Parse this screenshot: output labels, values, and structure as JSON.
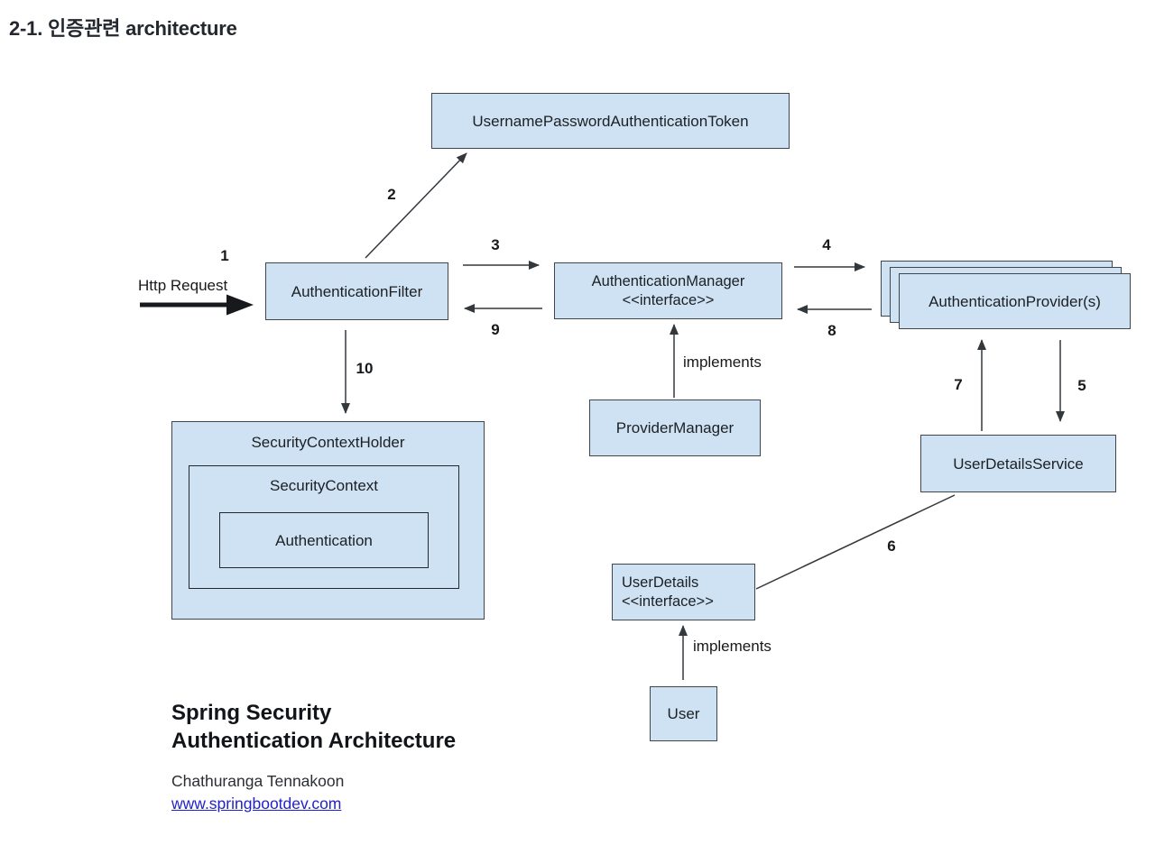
{
  "page": {
    "heading": "2-1. 인증관련 architecture"
  },
  "diagram": {
    "colors": {
      "box_fill": "#cfe2f3",
      "box_border": "#40464d",
      "line": "#33383d",
      "link": "#2222cc"
    },
    "boxes": {
      "token": "UsernamePasswordAuthenticationToken",
      "filter": "AuthenticationFilter",
      "manager_line1": "AuthenticationManager",
      "manager_line2": "<<interface>>",
      "providers": "AuthenticationProvider(s)",
      "provider_manager": "ProviderManager",
      "security_context_holder": "SecurityContextHolder",
      "security_context": "SecurityContext",
      "authentication": "Authentication",
      "user_details_service": "UserDetailsService",
      "user_details_line1": "UserDetails",
      "user_details_line2": "<<interface>>",
      "user": "User"
    },
    "labels": {
      "http_request": "Http Request",
      "implements_manager": "implements",
      "implements_user": "implements"
    },
    "steps": {
      "s1": "1",
      "s2": "2",
      "s3": "3",
      "s4": "4",
      "s5": "5",
      "s6": "6",
      "s7": "7",
      "s8": "8",
      "s9": "9",
      "s10": "10"
    }
  },
  "footer": {
    "title_line1": "Spring Security",
    "title_line2": "Authentication Architecture",
    "author": "Chathuranga Tennakoon",
    "link": "www.springbootdev.com"
  }
}
